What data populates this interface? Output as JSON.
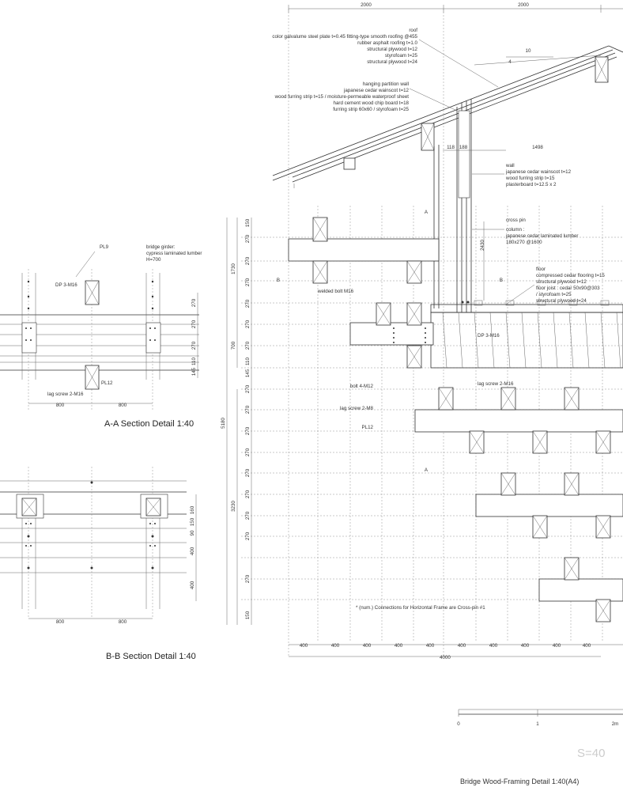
{
  "dims_top": [
    "2000",
    "2000"
  ],
  "dim_roof_slope": "10",
  "roof_label": "4",
  "roof_note": [
    "roof",
    "color galvalume steel plate t=0.45 fitting-type smooth roofing @455",
    "rubber asphalt roofing t=1.0",
    "structural plywood t=12",
    "styrofoam t=25",
    "structural plywood t=24"
  ],
  "hanging_note": [
    "hanging partition wall",
    "japanese cedar wainscot t=12",
    "wood furring strip t=15 / moisture-permeable waterproof sheet",
    "hard cement wood chip board t=18",
    "furring strip 60x60 / styrofoam t=25"
  ],
  "dim_118": "118",
  "dim_188": "188",
  "dim_1498": "1498",
  "wall_note": [
    "wall",
    "japanese cedar wainscot t=12",
    "wood furring strip t=15",
    "plasterboard t=12.5 x 2"
  ],
  "crosspin": "cross pin",
  "column_note": [
    "column :",
    "japanese cedar laminated lumber",
    "180x270 @1600"
  ],
  "dim_2430": "2430",
  "floor_note": [
    "floor",
    "compressed cedar flooring t=15",
    "structural plywood t=12",
    "floor joist : cedar 50x90@303",
    "/ styrofoam t=25",
    "structural plywood t=24"
  ],
  "marker_A": "A",
  "marker_B": "B",
  "welded_bolt": "welded bolt M16",
  "dp_right": "DP 3-M16",
  "bolt": "bolt 4-M12",
  "lag_m8": "lag screw 2-M8",
  "pl12_right": "PL12",
  "lag_m16_right": "lag screw 2-M16",
  "left_dims_upper": [
    "150",
    "270",
    "270",
    "270",
    "270",
    "270",
    "270",
    "110",
    "145",
    "270",
    "270"
  ],
  "left_dims_upper_totals": [
    "1730",
    "700"
  ],
  "left_dims_lower": [
    "270",
    "270",
    "270",
    "270",
    "270",
    "270",
    "270",
    "150"
  ],
  "left_dims_lower_total": "3230",
  "left_dim_overall": "5180",
  "bottom_dims": [
    "400",
    "400",
    "400",
    "400",
    "400",
    "400",
    "400",
    "400",
    "400",
    "400"
  ],
  "bottom_total": "4000",
  "footnote": "* (num.) Connections for Horizontal Frame are Cross-pin #1",
  "aa": {
    "pl9": "PL9",
    "girder": [
      "bridge girder:",
      "cypress laminated lumber",
      "H=700"
    ],
    "dp": "DP 3-M16",
    "pl12": "PL12",
    "lag": "lag screw 2-M16",
    "dims_right": [
      "270",
      "270",
      "270",
      "110",
      "145"
    ],
    "dims_bottom": [
      "800",
      "800"
    ],
    "title": "A-A Section Detail 1:40"
  },
  "bb": {
    "dims_right": [
      "160",
      "150",
      "90",
      "400",
      "400"
    ],
    "dims_bottom": [
      "800",
      "800"
    ],
    "title": "B-B Section Detail 1:40"
  },
  "scale": {
    "ticks": [
      "0",
      "1",
      "2m"
    ],
    "stamp": "S=40",
    "sheet_title": "Bridge Wood-Framing Detail 1:40(A4)"
  }
}
